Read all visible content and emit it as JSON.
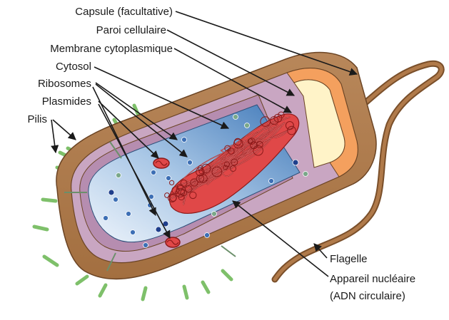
{
  "labels": {
    "capsule": "Capsule (facultative)",
    "cell_wall": "Paroi cellulaire",
    "membrane": "Membrane cytoplasmique",
    "cytosol": "Cytosol",
    "ribosomes": "Ribosomes",
    "plasmids": "Plasmides",
    "pili": "Pilis",
    "flagellum": "Flagelle",
    "nucleoid_line1": "Appareil nucléaire",
    "nucleoid_line2": "(ADN circulaire)"
  },
  "colors": {
    "capsule": "#b07a4a",
    "capsule_dark": "#7a4f2a",
    "cell_wall": "#c9a6c2",
    "membrane": "#f4a05e",
    "membrane_inner": "#fff3c8",
    "cytosol_light": "#dce9f6",
    "cytosol_dark": "#4a82bf",
    "dna": "#e04848",
    "dna_dark": "#8c1a1a",
    "pili": "#7ec06a",
    "ribosome_blue": "#3d6fb5",
    "ribosome_green": "#7aa889",
    "ribosome_navy": "#1f3f8c",
    "leader": "#1a1a1a"
  }
}
